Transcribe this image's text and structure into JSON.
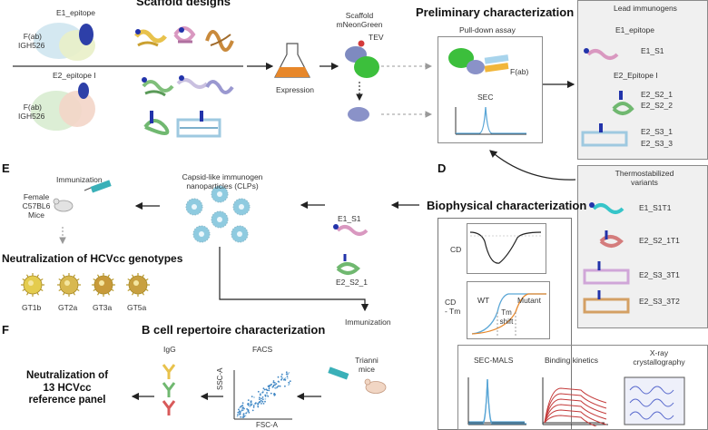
{
  "titles": {
    "scaffold_designs": "Scaffold designs",
    "preliminary": "Preliminary characterization",
    "biophysical": "Biophysical characterization",
    "neutralization_genotypes": "Neutralization of HCVcc genotypes",
    "bcell": "B cell repertoire characterization",
    "neutralization_panel_line1": "Neutralization of",
    "neutralization_panel_line2": "13 HCVcc",
    "neutralization_panel_line3": "reference panel"
  },
  "panel_letters": {
    "d": "D",
    "e": "E",
    "f": "F"
  },
  "scaffold": {
    "e1_epitope": "E1_epitope",
    "e2_epitope": "E2_epitope I",
    "fab_line1": "F(ab)",
    "fab_line2": "IGH526",
    "expression": "Expression",
    "scaffold_line1": "Scaffold",
    "scaffold_line2": "mNeonGreen",
    "tev": "TEV"
  },
  "preliminary": {
    "pulldown": "Pull-down assay",
    "fab": "F(ab)",
    "sec": "SEC"
  },
  "lead": {
    "title": "Lead immunogens",
    "items": [
      "E1_epitope",
      "E1_S1",
      "E2_Epitope I",
      "E2_S2_1",
      "E2_S2_2",
      "E2_S3_1",
      "E2_S3_3"
    ]
  },
  "thermo": {
    "title_line1": "Thermostabilized",
    "title_line2": "variants",
    "items": [
      "E1_S1T1",
      "E2_S2_1T1",
      "E2_S3_3T1",
      "E2_S3_3T2"
    ]
  },
  "biophys": {
    "cd": "CD",
    "cdtm_line1": "CD",
    "cdtm_line2": "- Tm",
    "wt": "WT",
    "mutant": "Mutant",
    "tm_line1": "Tm",
    "tm_line2": "shift",
    "secmals": "SEC-MALS",
    "binding": "Binding kinetics",
    "xray_line1": "X-ray",
    "xray_line2": "crystallography"
  },
  "immunization": {
    "label": "Immunization",
    "mice_line1": "Female",
    "mice_line2": "C57BL6",
    "mice_line3": "Mice",
    "clp_line1": "Capsid-like immunogen",
    "clp_line2": "nanoparticles (CLPs)",
    "e1_s1": "E1_S1",
    "e2_s2_1": "E2_S2_1",
    "immunization2": "Immunization",
    "trianni_line1": "Trianni",
    "trianni_line2": "mice"
  },
  "genotypes": [
    "GT1b",
    "GT2a",
    "GT3a",
    "GT5a"
  ],
  "facs": {
    "igg": "IgG",
    "facs": "FACS",
    "ssc_a": "SSC-A",
    "fsc_a": "FSC-A"
  },
  "colors": {
    "arrow": "#222222",
    "dashed_arrow": "#999999",
    "flask_liquid": "#e7872a",
    "virus_fill": "#8fcbe0",
    "gt_gold": "#e2c24a",
    "protein_blue": "#2233aa",
    "sec_peak": "#5aa6d6"
  }
}
